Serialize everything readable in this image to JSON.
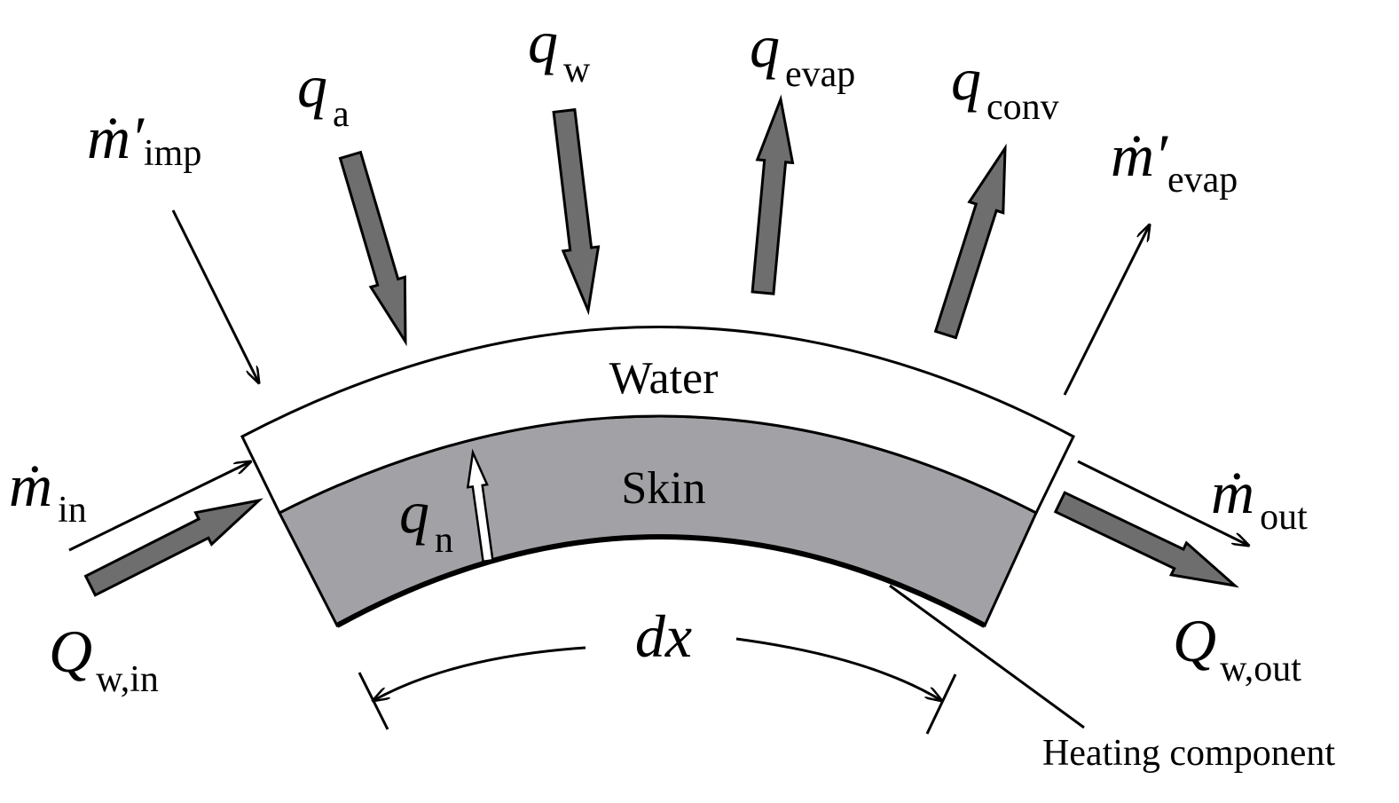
{
  "colors": {
    "skin_fill": "#a2a2a6",
    "arrow_fill": "#6e6e6e",
    "line": "#000000",
    "water_fill": "#ffffff"
  },
  "regions": {
    "water": "Water",
    "skin": "Skin"
  },
  "labels": {
    "m_imp": {
      "main": "ṁ′",
      "sub": "imp"
    },
    "q_a": {
      "main": "q",
      "sub": "a"
    },
    "q_w": {
      "main": "q",
      "sub": "w"
    },
    "q_evap": {
      "main": "q",
      "sub": "evap"
    },
    "q_conv": {
      "main": "q",
      "sub": "conv"
    },
    "m_evap": {
      "main": "ṁ′",
      "sub": "evap"
    },
    "m_in": {
      "main": "ṁ",
      "sub": "in"
    },
    "Q_w_in": {
      "main": "Q",
      "sub": "w,in"
    },
    "q_n": {
      "main": "q",
      "sub": "n"
    },
    "m_out": {
      "main": "ṁ",
      "sub": "out"
    },
    "Q_w_out": {
      "main": "Q",
      "sub": "w,out"
    },
    "dx": "dx",
    "heating_component": "Heating component"
  }
}
